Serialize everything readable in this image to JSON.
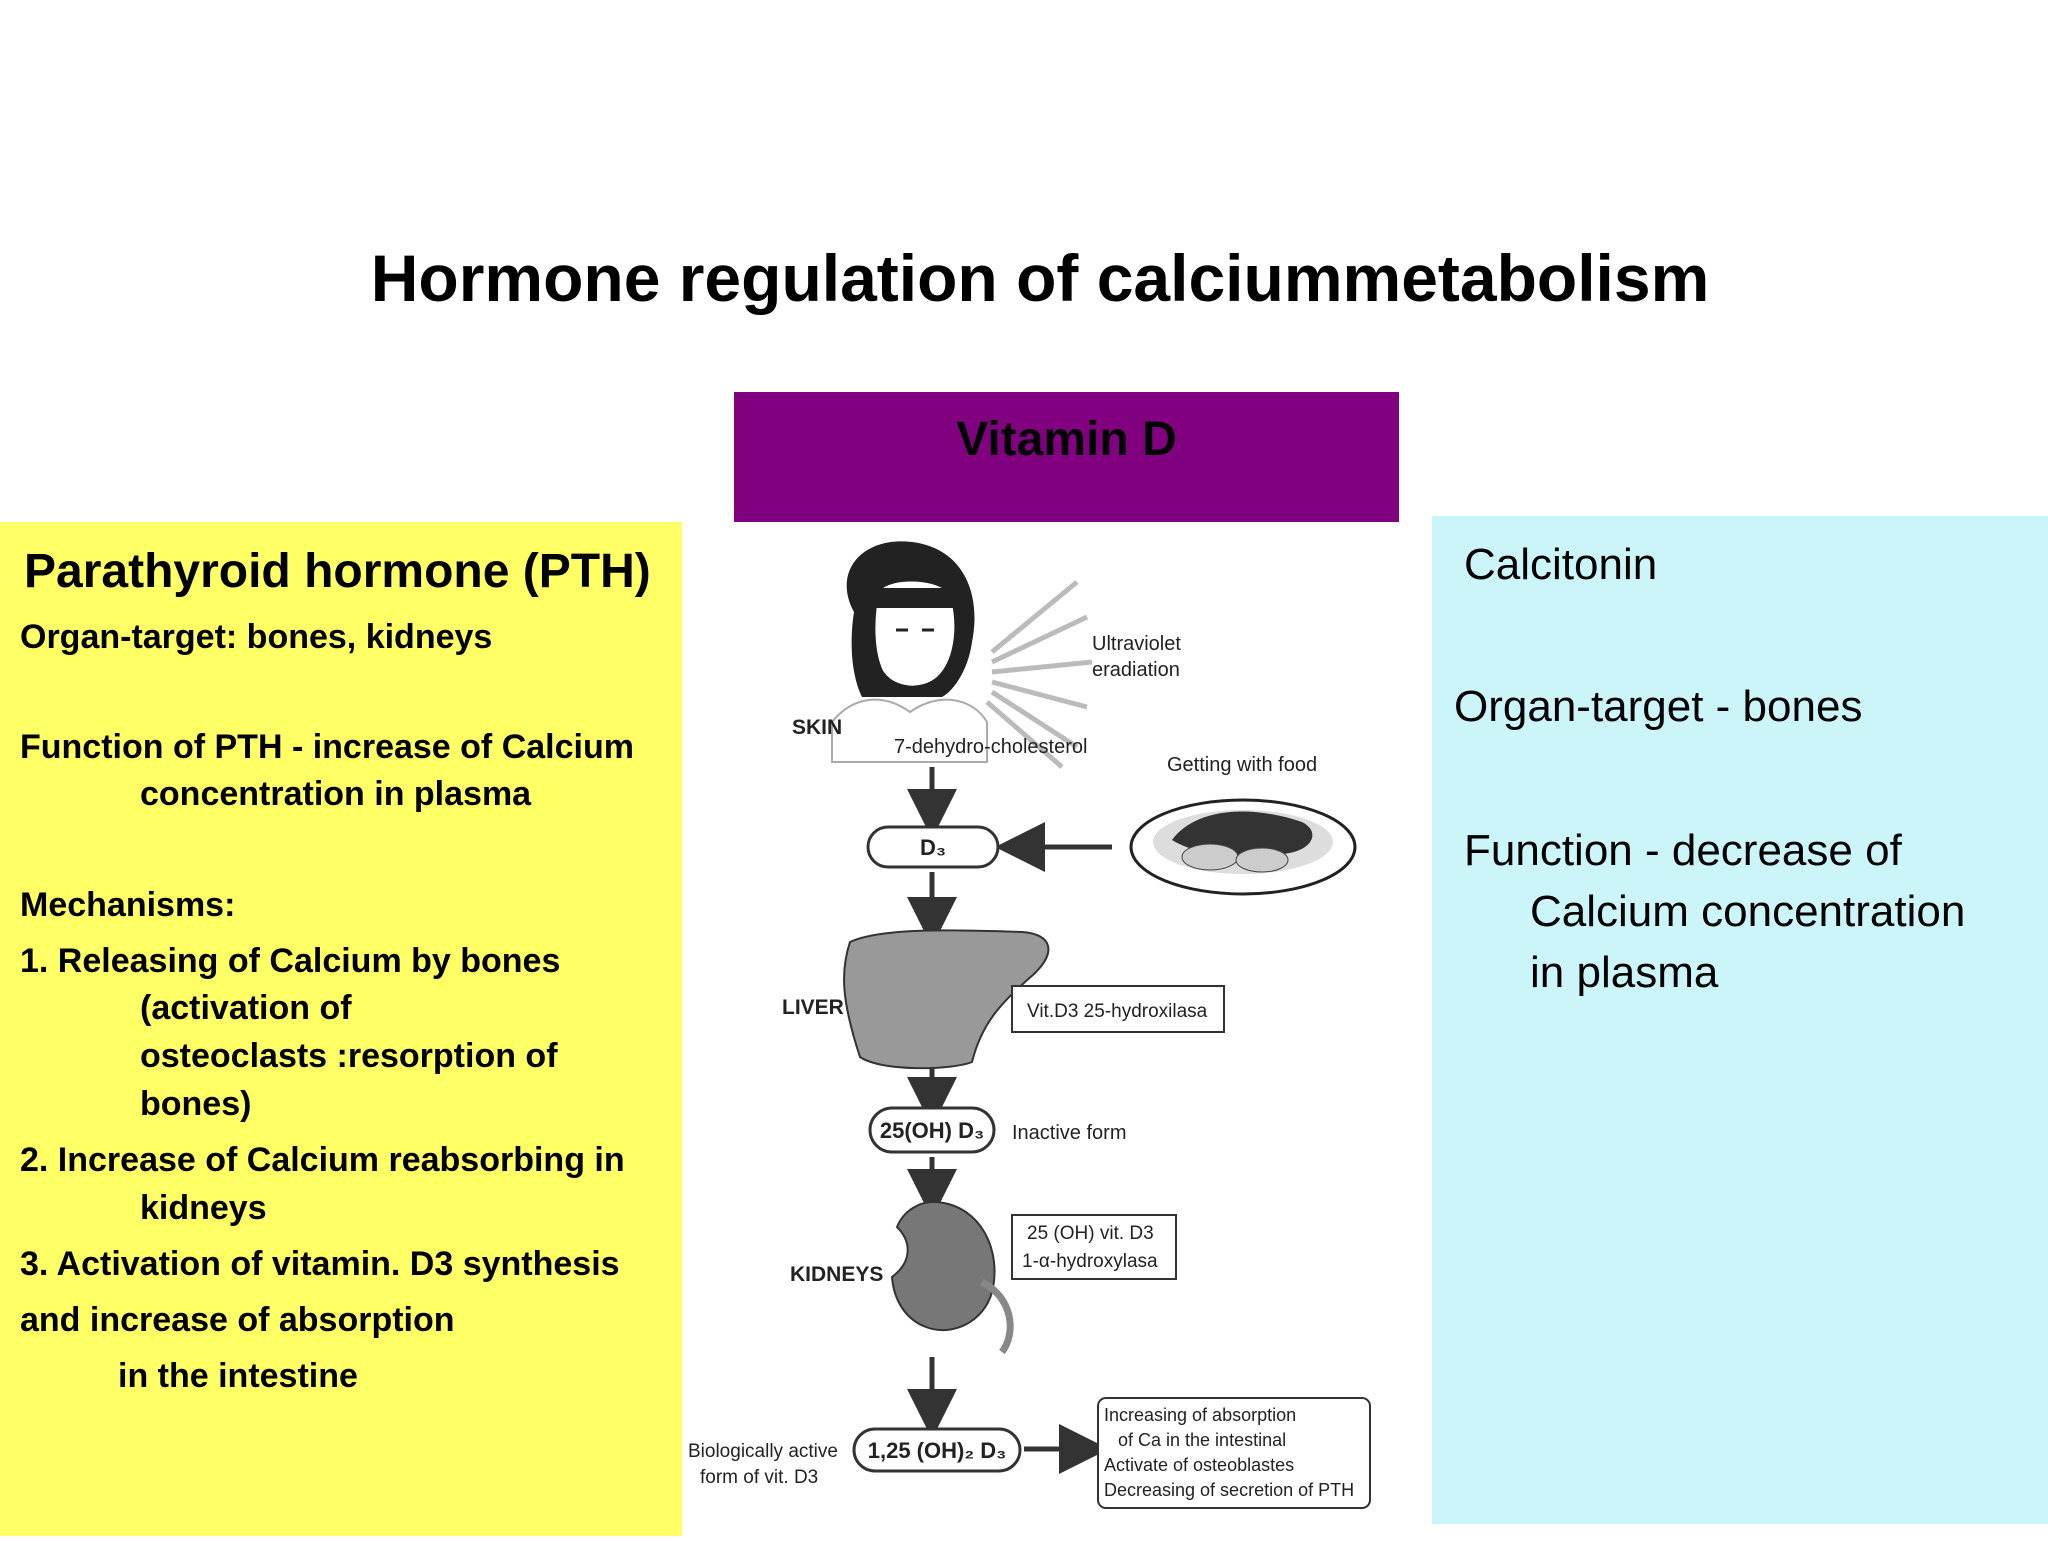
{
  "title": "Hormone regulation of calciummetabolism",
  "vitamin_d": {
    "label": "Vitamin D",
    "box_color": "#800080",
    "diagram": {
      "skin": "SKIN",
      "uv": [
        "Ultraviolet",
        "eradiation"
      ],
      "precursor": "7-dehydro-cholesterol",
      "food": "Getting with food",
      "d3": "D₃",
      "liver": "LIVER",
      "liver_enzyme": "Vit.D3 25-hydroxilasa",
      "inactive_compound": "25(OH) D₃",
      "inactive_form": "Inactive form",
      "kidneys": "KIDNEYS",
      "kidney_enzyme": [
        "25 (OH) vit. D3",
        "1-α-hydroxylasa"
      ],
      "active_compound": "1,25 (OH)₂ D₃",
      "active_label": [
        "Biologically active",
        "form of vit. D3"
      ],
      "effects": [
        "Increasing of absorption",
        "of Ca in the intestinal",
        "Activate of osteoblastes",
        "Decreasing of secretion of PTH"
      ]
    }
  },
  "pth": {
    "panel_color": "#ffff66",
    "title": "Parathyroid hormone (PTH)",
    "organ_target": "Organ-target: bones, kidneys",
    "function_line1": "Function of PTH - increase of Calcium",
    "function_line2": "concentration in plasma",
    "mechanisms_heading": "Mechanisms:",
    "m1_line1": "1. Releasing of Calcium  by bones",
    "m1_line2": "(activation of",
    "m1_line3": "osteoclasts :resorption of",
    "m1_line4": "bones)",
    "m2_line1": "2. Increase of Calcium  reabsorbing in",
    "m2_line2": "kidneys",
    "m3_line1": "3. Activation of vitamin. D3 synthesis",
    "m3_line2": "and increase of absorption",
    "m3_line3": "in the intestine"
  },
  "calcitonin": {
    "panel_color": "#ccf5f9",
    "title": "Calcitonin",
    "organ_target": "Organ-target - bones",
    "function_line1": "Function - decrease of",
    "function_line2": "Calcium concentration",
    "function_line3": "in plasma"
  }
}
